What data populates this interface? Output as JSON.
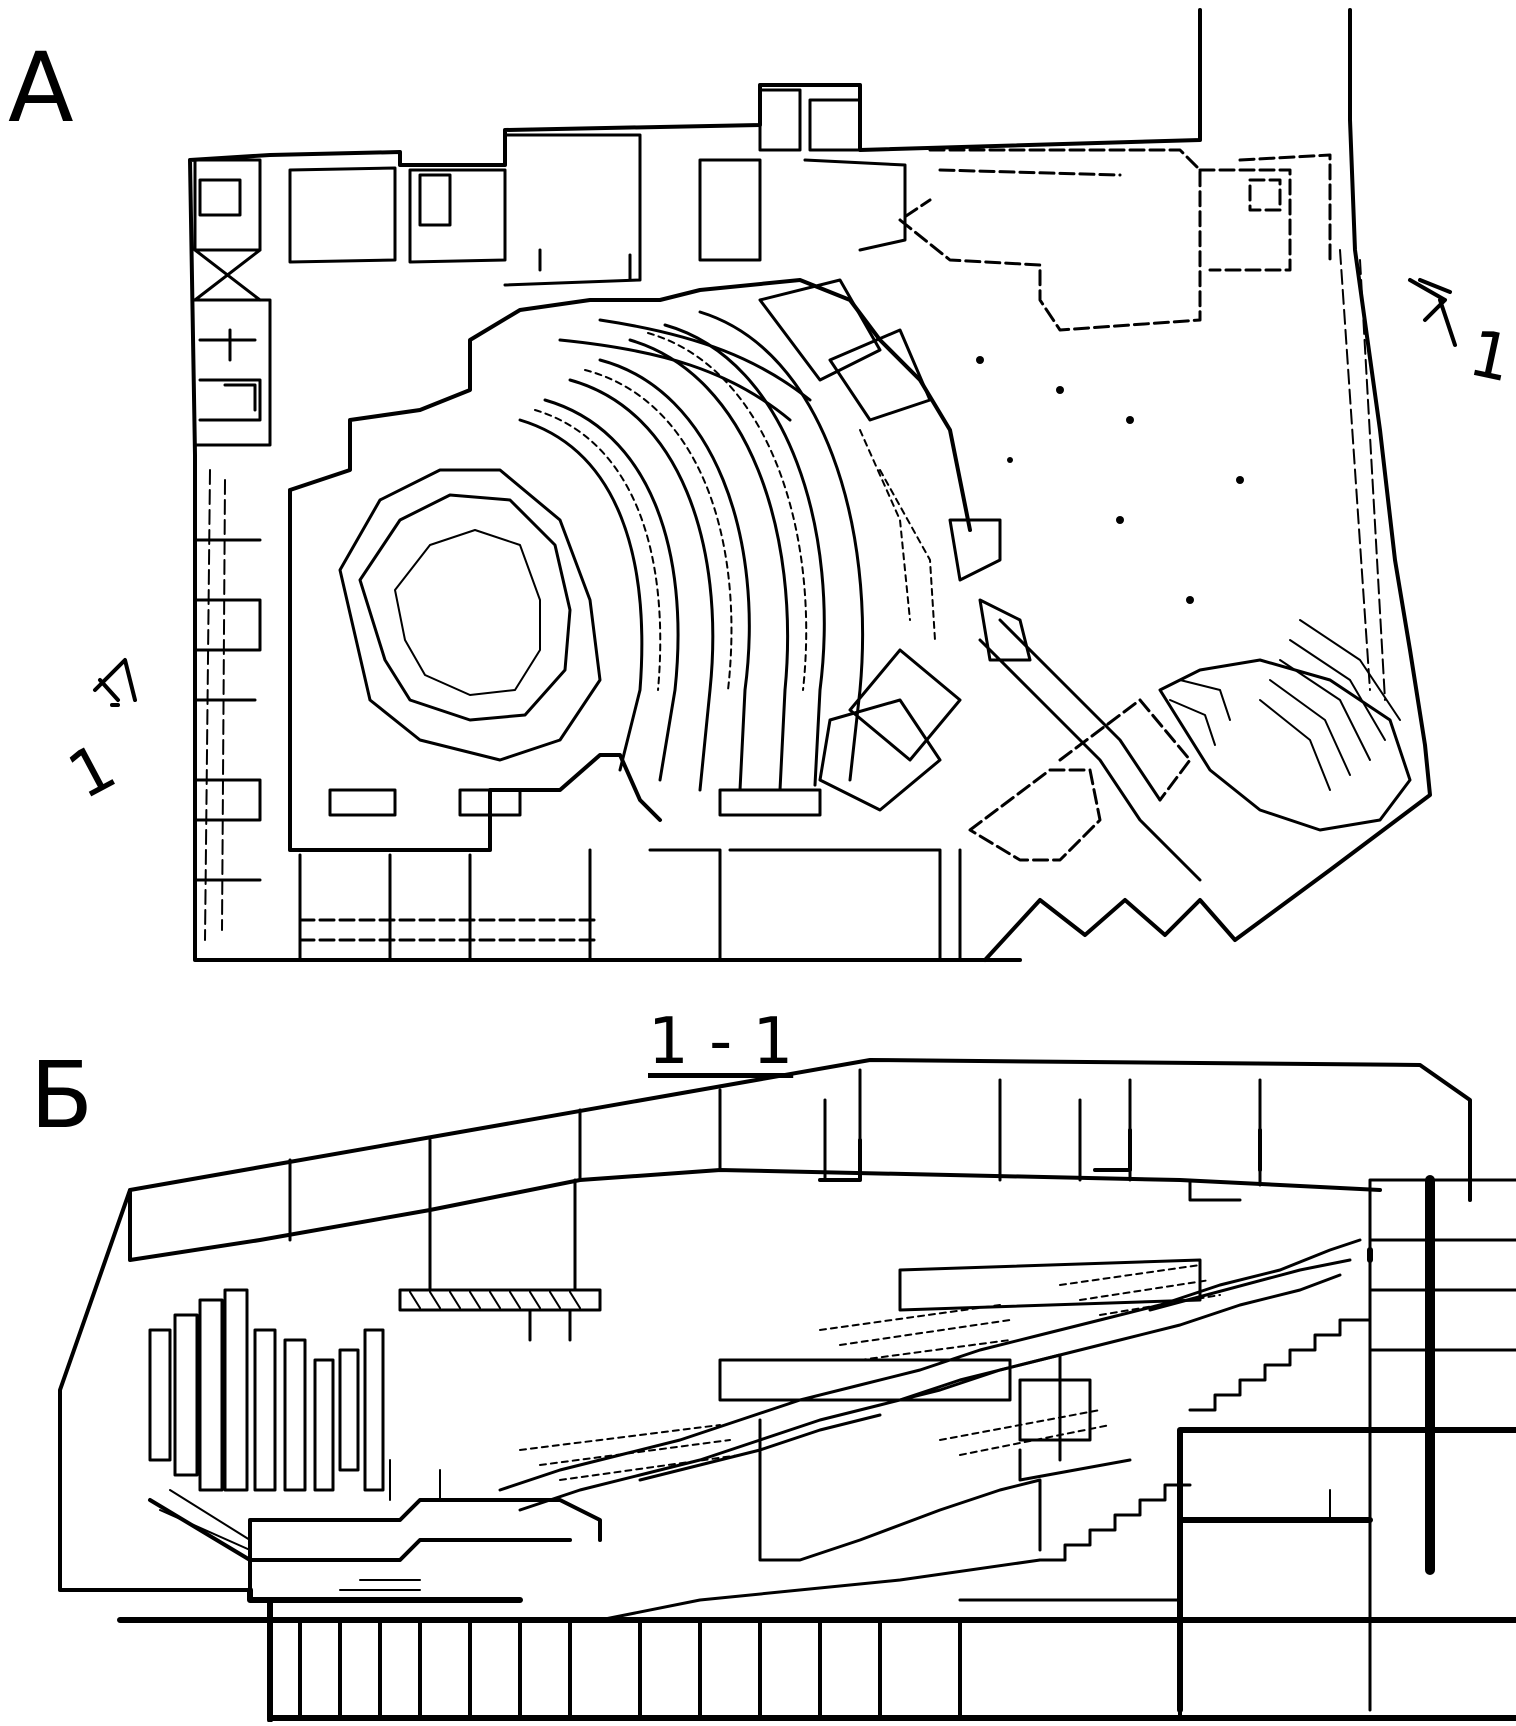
{
  "figure": {
    "panel_a_label": "А",
    "panel_b_label": "Б",
    "section_title": "1 - 1",
    "section_marker_left": "1",
    "section_marker_right": "1"
  },
  "colors": {
    "ink": "#000000",
    "paper": "#ffffff"
  },
  "icons": {
    "section_arrow": "section-cut-arrow-icon"
  }
}
